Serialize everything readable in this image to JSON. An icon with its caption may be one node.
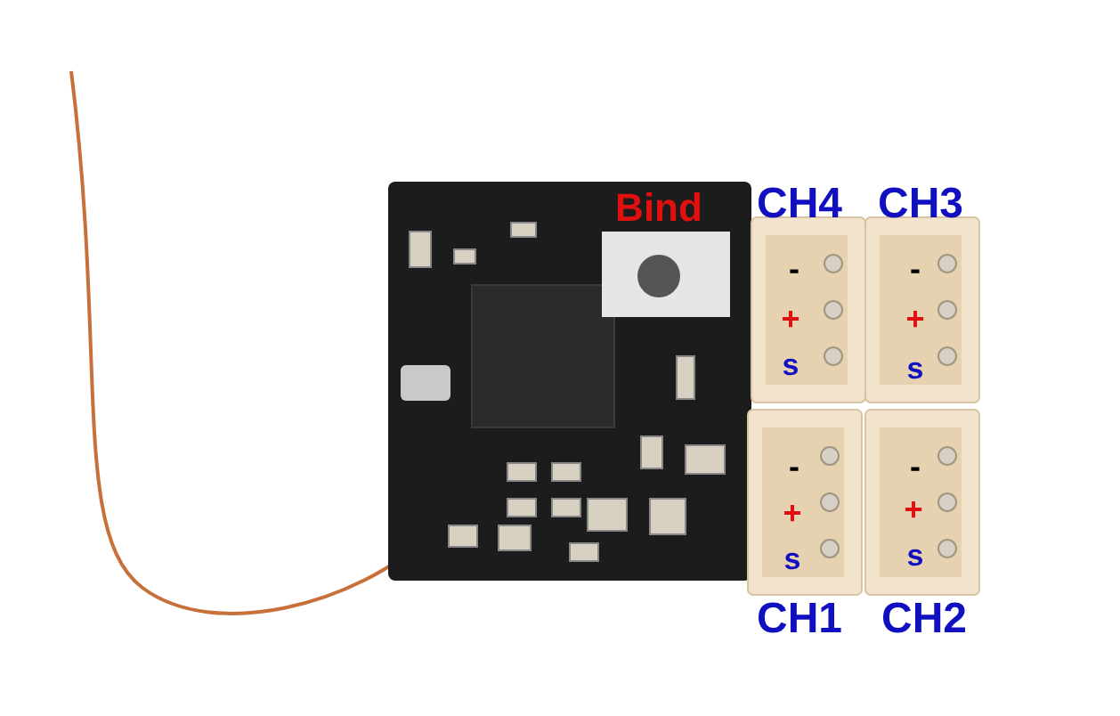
{
  "diagram": {
    "labels": [
      "Bind",
      "CH4",
      "CH3",
      "-",
      "-",
      "+",
      "+",
      "s",
      "s",
      "-",
      "-",
      "+",
      "+",
      "s",
      "s",
      "CH1",
      "CH2"
    ]
  }
}
